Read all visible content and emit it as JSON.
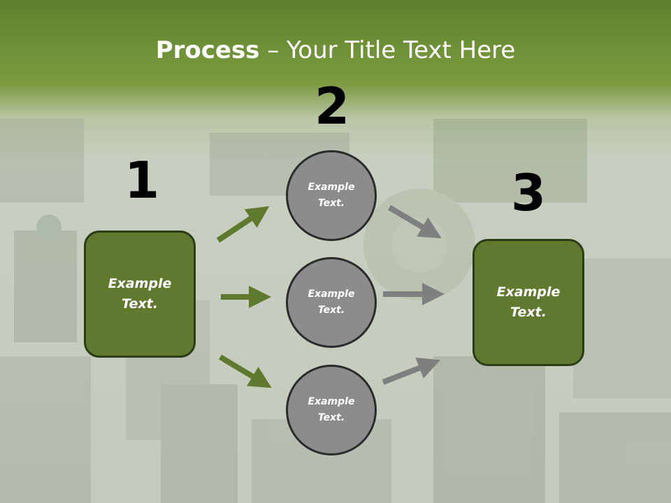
{
  "title": {
    "bold": "Process",
    "rest": " – Your Title Text Here"
  },
  "numbers": [
    "1",
    "2",
    "3"
  ],
  "left_box": {
    "line1": "Example",
    "line2": "Text."
  },
  "right_box": {
    "line1": "Example",
    "line2": "Text."
  },
  "circles": [
    {
      "line1": "Example",
      "line2": "Text."
    },
    {
      "line1": "Example",
      "line2": "Text."
    },
    {
      "line1": "Example",
      "line2": "Text."
    }
  ],
  "colors": {
    "green_box": "#5f7a2e",
    "circle": "#8c8c8c",
    "green_arrow": "#5f7a2e",
    "gray_arrow": "#7f7f7f"
  }
}
